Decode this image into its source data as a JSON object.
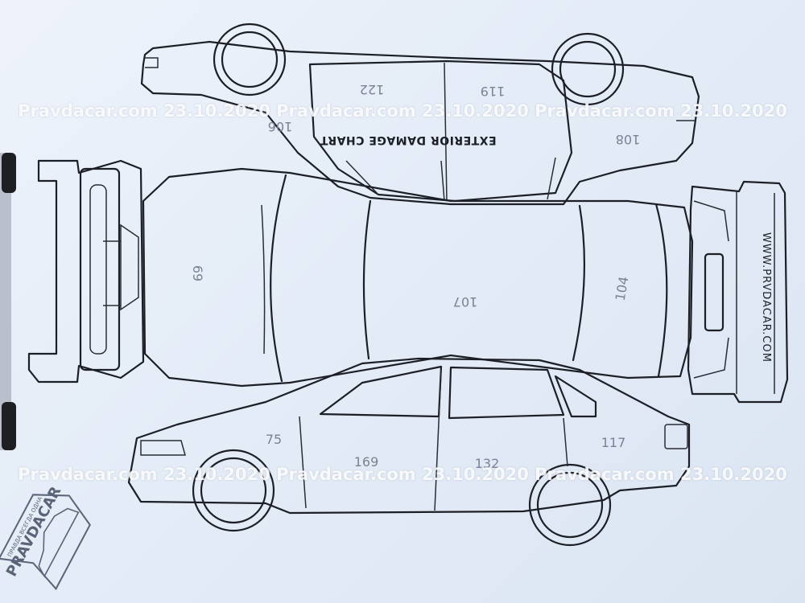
{
  "photo": {
    "chart_title": "EXTERIOR DAMAGE CHART",
    "site_label": "WWW.PRVDACAR.COM",
    "watermark_top": "Pravdacar.com 23.10.2020 Pravdacar.com 23.10.2020 Pravdacar.com 23.10.2020",
    "watermark_bottom": "Pravdacar.com 23.10.2020 Pravdacar.com 23.10.2020 Pravdacar.com 23.10.2020",
    "stamp_name": "PRAVDACAR",
    "stamp_slogan": "ПРАВДА ВСЕГДА ОДНА",
    "measurements": {
      "left_roof_front": "122",
      "left_roof_rear": "119",
      "left_front_fender": "106",
      "left_rear_fender": "108",
      "hood": "69",
      "roof": "107",
      "trunk": "104",
      "right_front_fender": "75",
      "right_front_door": "169",
      "right_rear_door": "132",
      "right_rear_fender": "117"
    }
  }
}
